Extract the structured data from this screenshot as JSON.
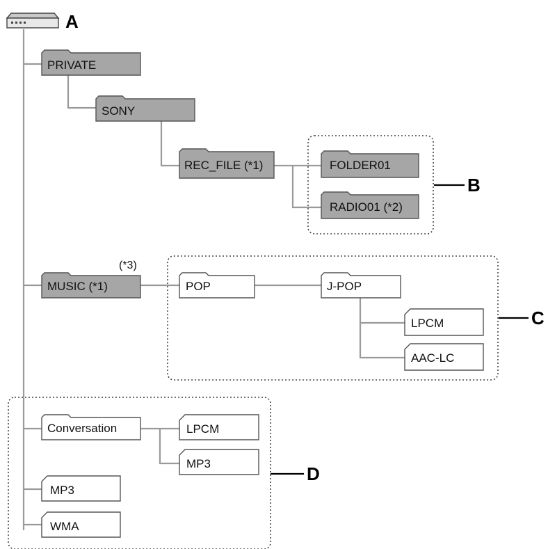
{
  "root_label": "A",
  "group_labels": {
    "b": "B",
    "c": "C",
    "d": "D"
  },
  "folders": {
    "private": "PRIVATE",
    "sony": "SONY",
    "rec_file": "REC_FILE (*1)",
    "folder01": "FOLDER01",
    "radio01": "RADIO01 (*2)",
    "music": "MUSIC (*1)",
    "music_note": "(*3)",
    "pop": "POP",
    "jpop": "J-POP",
    "lpcm_c": "LPCM",
    "aac_lc": "AAC-LC",
    "conversation": "Conversation",
    "lpcm_d": "LPCM",
    "mp3_d": "MP3",
    "mp3_root": "MP3",
    "wma": "WMA"
  },
  "colors": {
    "system_folder": "#a6a6a6",
    "user_folder": "#ffffff",
    "tree_line": "#9a9a9a"
  },
  "icons": {
    "root": "storage-device-icon",
    "folder": "folder-icon",
    "file_folder": "dog-eared-folder-icon"
  }
}
